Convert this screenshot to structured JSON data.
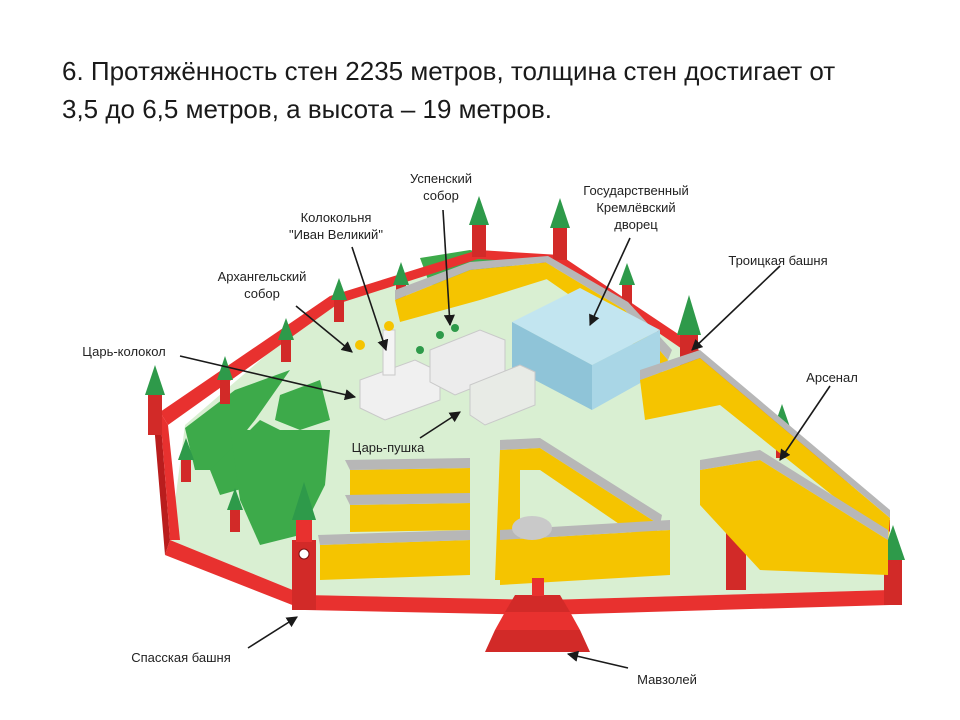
{
  "title_line1": "6. Протяжённость стен 2235 метров, толщина стен достигает от",
  "title_line2": "3,5 до 6,5 метров, а высота – 19 метров.",
  "labels": {
    "uspensky_1": "Успенский",
    "uspensky_2": "собор",
    "palace_1": "Государственный",
    "palace_2": "Кремлёвский",
    "palace_3": "дворец",
    "bell_1": "Колокольня",
    "bell_2": "\"Иван Великий\"",
    "archangel_1": "Архангельский",
    "archangel_2": "собор",
    "troitskaya": "Троицкая башня",
    "tsar_bell": "Царь-колокол",
    "arsenal": "Арсенал",
    "tsar_cannon": "Царь-пушка",
    "spasskaya": "Спасская башня",
    "mausoleum": "Мавзолей"
  },
  "colors": {
    "wall": "#e8312f",
    "wall_dark": "#b91d1d",
    "tower_roof": "#2e9a4a",
    "ground": "#d9efd2",
    "lawn": "#3daa4a",
    "building_yellow": "#f5c400",
    "building_roof": "#b7b7b7",
    "palace": "#a9d6e6"
  }
}
